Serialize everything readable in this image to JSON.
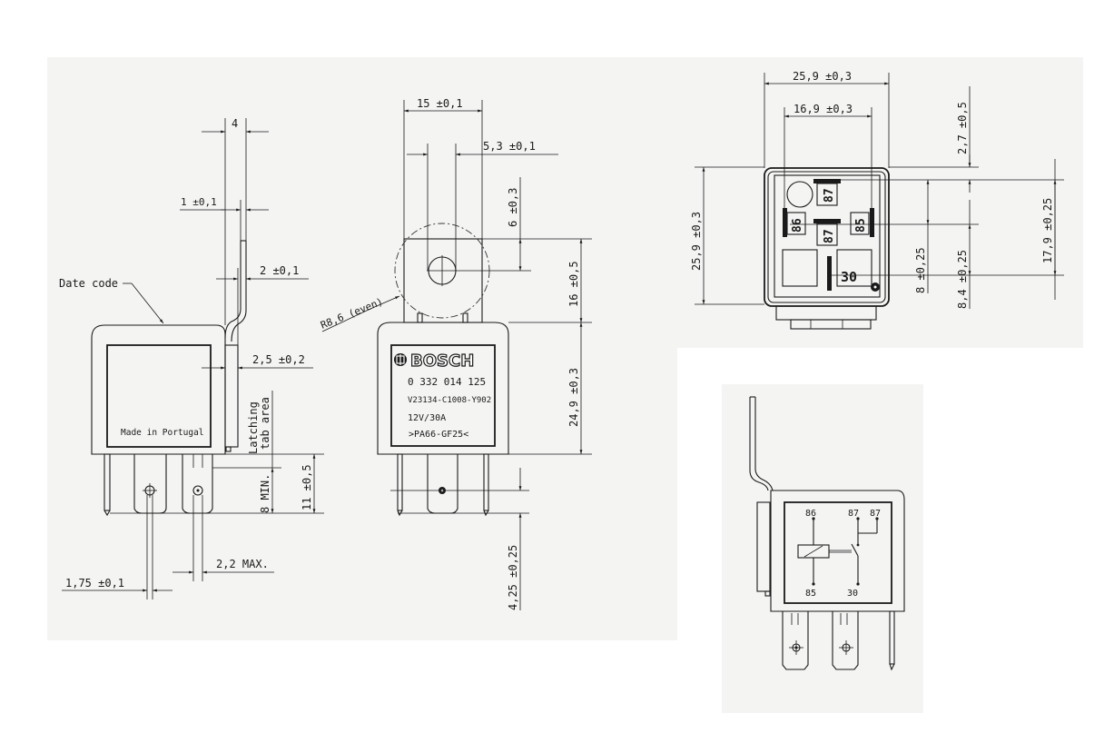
{
  "drawing": {
    "title": "Relay dimension drawing",
    "background": "#f4f4f3",
    "line_color": "#1a1a1a"
  },
  "side_view": {
    "date_code_label": "Date code",
    "made_in_label": "Made in Portugal",
    "latching_label_1": "Latching",
    "latching_label_2": "tab area",
    "dims": {
      "tab_width": "4",
      "tab_thickness": "1 ±0,1",
      "tab_offset": "2 ±0,1",
      "tab_spacing": "2,5 ±0,2",
      "pin_min": "8 MIN.",
      "pin_length": "11 ±0,5",
      "pin_max_width": "2,2 MAX.",
      "hole_dia": "1,75 ±0,1"
    }
  },
  "front_view": {
    "brand": "BOSCH",
    "part_number": "0 332 014 125",
    "code": "V23134-C1008-Y902",
    "rating": "12V/30A",
    "material": ">PA66-GF25<",
    "dims": {
      "bracket_width": "15 ±0,1",
      "slot_width": "5,3 ±0,1",
      "hole_offset": "6 ±0,3",
      "bracket_height": "16 ±0,5",
      "body_height": "24,9 ±0,3",
      "pin_offset": "4,25 ±0,25",
      "radius": "R8,6 (even)"
    }
  },
  "top_view": {
    "terminals": [
      "87",
      "86",
      "87",
      "85",
      "30"
    ],
    "dims": {
      "outer_width": "25,9 ±0,3",
      "inner_width": "16,9 ±0,3",
      "top_offset": "2,7 ±0,5",
      "height": "25,9 ±0,3",
      "dim_8": "8 ±0,25",
      "dim_84": "8,4 ±0,25",
      "dim_179": "17,9 ±0,25"
    }
  },
  "schematic_view": {
    "pins": {
      "p86": "86",
      "p87a": "87",
      "p87b": "87",
      "p85": "85",
      "p30": "30"
    }
  }
}
